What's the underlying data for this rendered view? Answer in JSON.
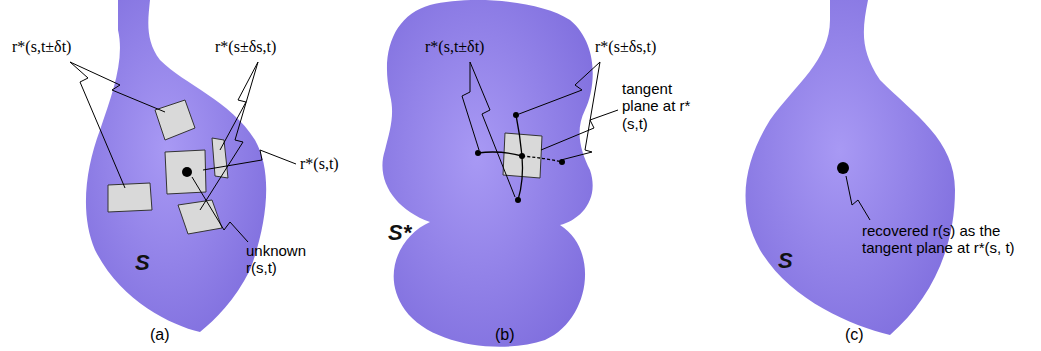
{
  "diagram": {
    "labels": [
      "r*(s,t±δt)",
      "r*(s±δs,t)",
      "r*(s,t)",
      "unknown r(s,t)",
      "S",
      "(a)",
      "r*(s,t±δt)",
      "r*(s±δs,t)",
      "tangent plane at r*(s,t)",
      "S*",
      "(b)",
      "recovered r(s) as the tangent plane at r*(s, t)",
      "S",
      "(c)"
    ]
  }
}
